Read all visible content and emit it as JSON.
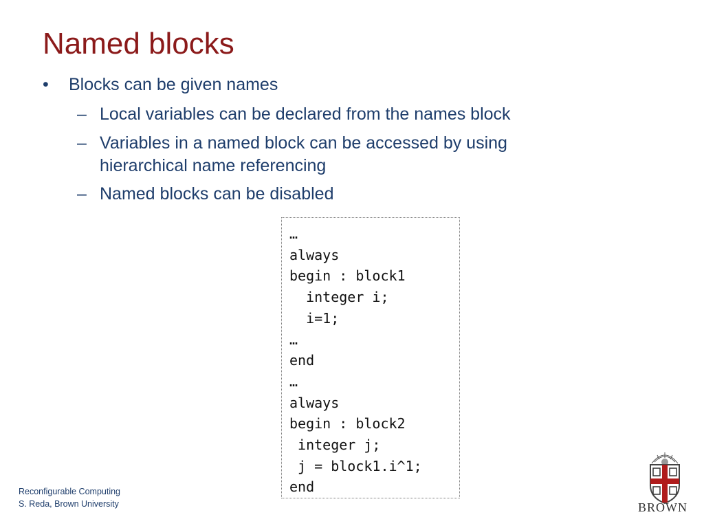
{
  "slide": {
    "title": "Named blocks"
  },
  "bullets": {
    "level1_marker": "•",
    "level2_marker": "–",
    "item1": "Blocks can be given names",
    "sub1": "Local variables can be declared from the names block",
    "sub2": "Variables in a named block can be accessed by using hierarchical name referencing",
    "sub3": "Named blocks can be disabled"
  },
  "code": {
    "lines": [
      "…",
      "always",
      "begin : block1",
      "  integer i;",
      "  i=1;",
      "…",
      "end",
      "…",
      "always",
      "begin : block2",
      " integer j;",
      " j = block1.i^1;",
      "end"
    ]
  },
  "footer": {
    "line1": "Reconfigurable Computing",
    "line2": "S. Reda, Brown University"
  },
  "logo": {
    "icon": "brown-university-shield-icon",
    "wordmark": "BROWN"
  }
}
